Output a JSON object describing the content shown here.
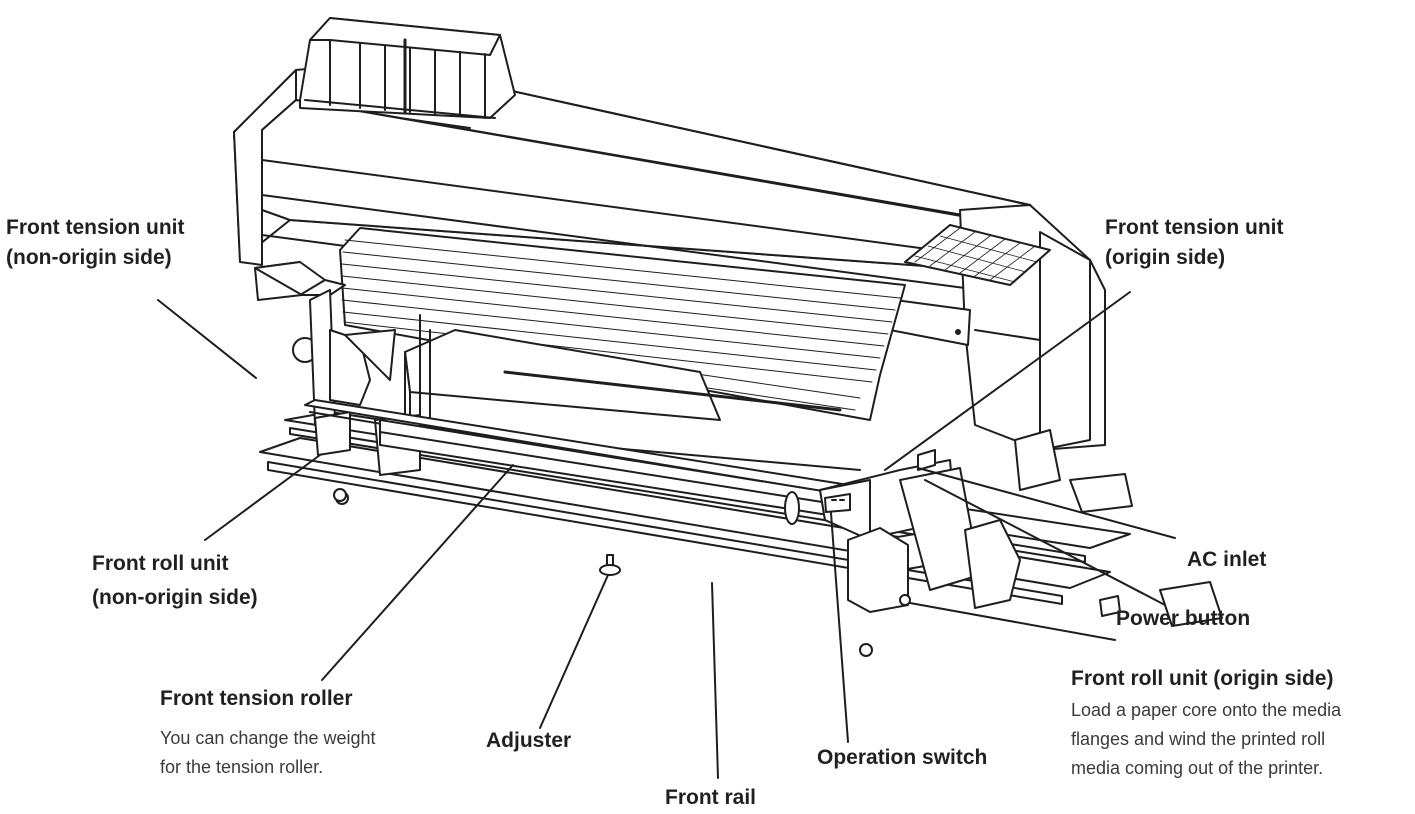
{
  "callouts": {
    "front_tension_nonorigin": {
      "line1": "Front tension unit",
      "line2": "(non-origin side)"
    },
    "front_tension_origin": {
      "line1": "Front tension unit",
      "line2": "(origin side)"
    },
    "front_roll_nonorigin": {
      "line1": "Front roll unit",
      "line2": "(non-origin side)"
    },
    "ac_inlet": {
      "label": "AC inlet"
    },
    "power_button": {
      "label": "Power button"
    },
    "front_roll_origin": {
      "label": "Front roll unit  (origin side)",
      "desc1": "Load a paper core onto the media",
      "desc2": "flanges and wind the printed roll",
      "desc3": "media coming out of the printer."
    },
    "front_tension_roller": {
      "label": "Front tension roller",
      "desc1": "You can change the weight",
      "desc2": "for the tension roller."
    },
    "adjuster": {
      "label": "Adjuster"
    },
    "operation_switch": {
      "label": "Operation switch"
    },
    "front_rail": {
      "label": "Front rail"
    }
  }
}
